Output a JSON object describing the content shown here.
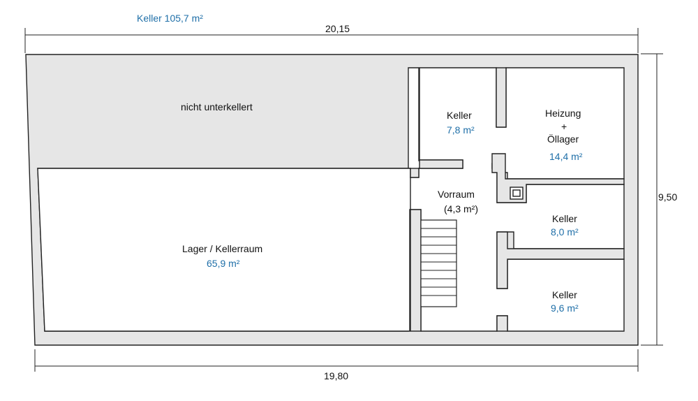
{
  "title": "Keller 105,7 m²",
  "dimensions": {
    "top": "20,15",
    "bottom": "19,80",
    "right": "9,50"
  },
  "rooms": {
    "not_basement": {
      "label": "nicht unterkellert"
    },
    "storage": {
      "label": "Lager / Kellerraum",
      "area": "65,9 m²"
    },
    "cellar_small": {
      "label": "Keller",
      "area": "7,8 m²"
    },
    "heating": {
      "label_line1": "Heizung",
      "label_line2": "+",
      "label_line3": "Öllager",
      "area": "14,4 m²"
    },
    "hall": {
      "label": "Vorraum",
      "area": "(4,3 m²)"
    },
    "cellar_mid": {
      "label": "Keller",
      "area": "8,0 m²"
    },
    "cellar_low": {
      "label": "Keller",
      "area": "9,6 m²"
    }
  },
  "colors": {
    "area_text": "#1f6fa8",
    "wall_fill": "#e6e6e6"
  }
}
